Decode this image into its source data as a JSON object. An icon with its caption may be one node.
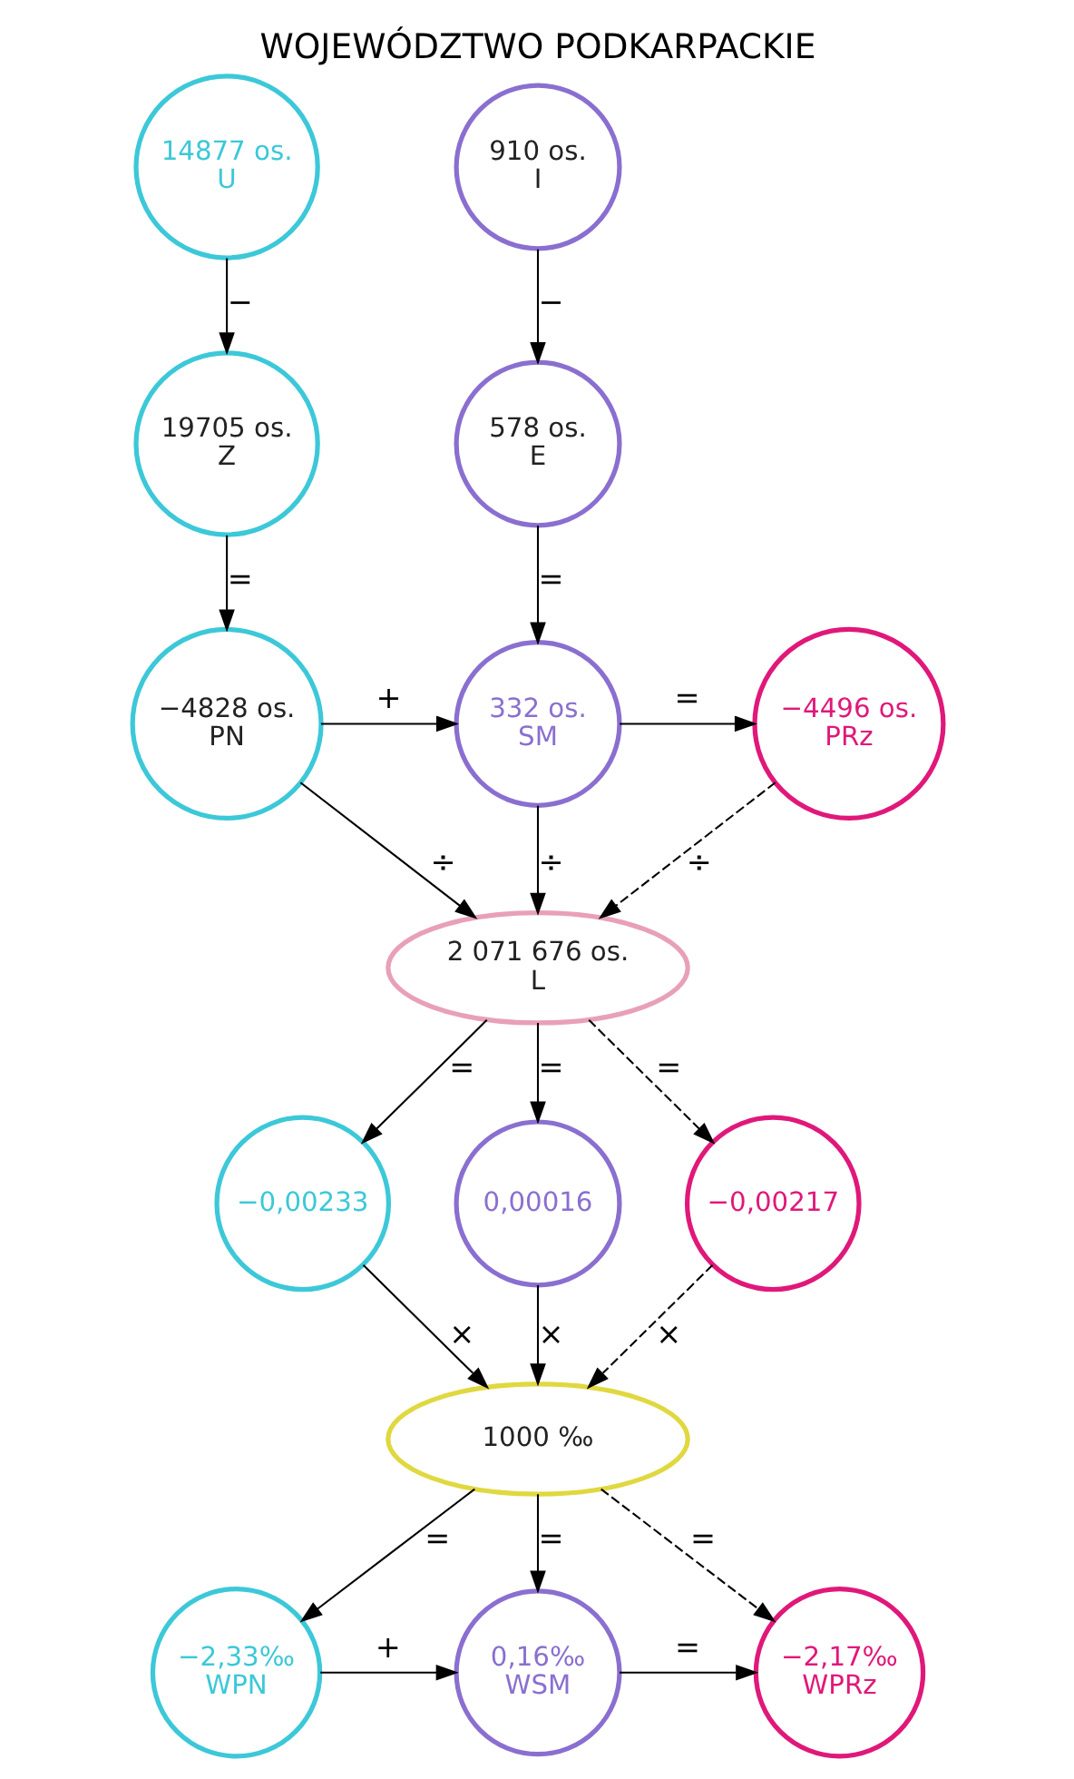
{
  "diagram": {
    "title": "WOJEWÓDZTWO PODKARPACKIE",
    "nodes": [
      {
        "text": [
          "14877 os.",
          "U"
        ]
      },
      {
        "text": [
          "910 os.",
          "I"
        ]
      },
      {
        "text": [
          "19705 os.",
          "Z"
        ]
      },
      {
        "text": [
          "578 os.",
          "E"
        ]
      },
      {
        "text": [
          "−4828 os.",
          "PN"
        ]
      },
      {
        "text": [
          "332 os.",
          "SM"
        ]
      },
      {
        "text": [
          "−4496 os.",
          "PRz"
        ]
      },
      {
        "text": [
          "2 071 676 os.",
          "L"
        ]
      },
      {
        "text": [
          "−0,00233"
        ]
      },
      {
        "text": [
          "0,00016"
        ]
      },
      {
        "text": [
          "−0,00217"
        ]
      },
      {
        "text": [
          "1000 ‰"
        ]
      },
      {
        "text": [
          "−2,33‰",
          "WPN"
        ]
      },
      {
        "text": [
          "0,16‰",
          "WSM"
        ]
      },
      {
        "text": [
          "−2,17‰",
          "WPRz"
        ]
      }
    ],
    "edges": [
      {
        "from": 0,
        "to": 2,
        "arrow": "to",
        "label": "−"
      },
      {
        "from": 1,
        "to": 3,
        "arrow": "to",
        "label": "−"
      },
      {
        "from": 2,
        "to": 4,
        "arrow": "to",
        "label": "="
      },
      {
        "from": 3,
        "to": 5,
        "arrow": "to",
        "label": "="
      },
      {
        "from": 4,
        "to": 5,
        "arrow": "to",
        "label": "+"
      },
      {
        "from": 5,
        "to": 6,
        "arrow": "to",
        "label": "="
      },
      {
        "from": 4,
        "to": 7,
        "arrow": "to",
        "label": "÷"
      },
      {
        "from": 5,
        "to": 7,
        "arrow": "to",
        "label": "÷"
      },
      {
        "from": 6,
        "to": 7,
        "arrow": "to",
        "label": "÷",
        "style": "dashed"
      },
      {
        "from": 7,
        "to": 8,
        "arrow": "to",
        "label": "="
      },
      {
        "from": 7,
        "to": 9,
        "arrow": "to",
        "label": "="
      },
      {
        "from": 7,
        "to": 10,
        "arrow": "to",
        "label": "=",
        "style": "dashed"
      },
      {
        "from": 8,
        "to": 11,
        "arrow": "to",
        "label": "×"
      },
      {
        "from": 9,
        "to": 11,
        "arrow": "to",
        "label": "×"
      },
      {
        "from": 10,
        "to": 11,
        "arrow": "to",
        "label": "×",
        "style": "dashed"
      },
      {
        "from": 11,
        "to": 12,
        "arrow": "to",
        "label": "="
      },
      {
        "from": 11,
        "to": 13,
        "arrow": "to",
        "label": "="
      },
      {
        "from": 11,
        "to": 14,
        "arrow": "to",
        "label": "=",
        "style": "dashed"
      },
      {
        "from": 12,
        "to": 13,
        "arrow": "to",
        "label": "+"
      },
      {
        "from": 13,
        "to": 14,
        "arrow": "to",
        "label": "="
      }
    ]
  }
}
